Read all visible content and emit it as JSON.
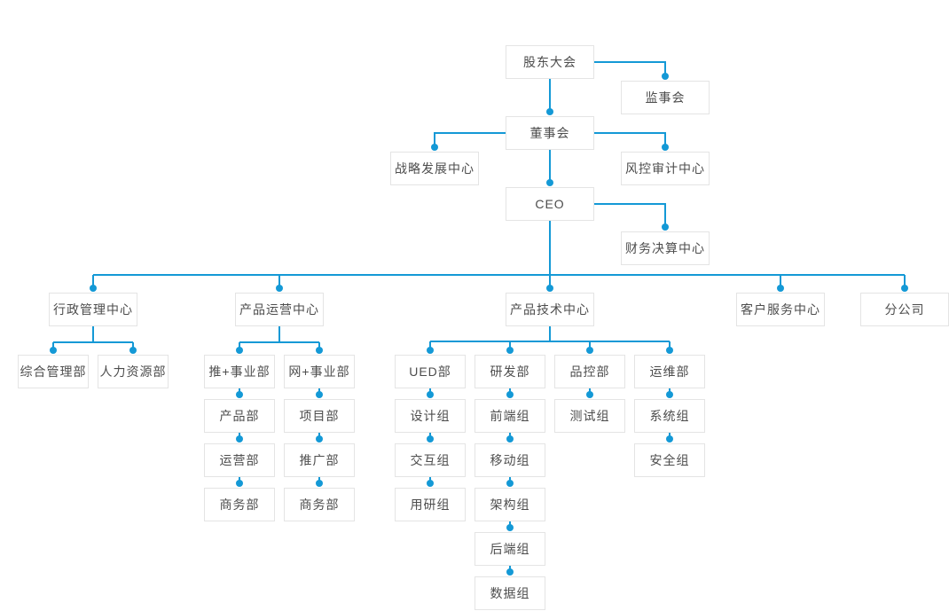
{
  "org_chart": {
    "colors": {
      "connector_line": "#1499d6",
      "connector_dot": "#1499d6",
      "node_border": "#e4e4e4",
      "node_background": "#ffffff",
      "node_text": "#4d4d4d",
      "page_background": "#ffffff"
    },
    "nodes": {
      "shareholders_meeting": {
        "label": "股东大会"
      },
      "supervisory_board": {
        "label": "监事会"
      },
      "board_of_directors": {
        "label": "董事会"
      },
      "strategy_dev_center": {
        "label": "战略发展中心"
      },
      "risk_audit_center": {
        "label": "风控审计中心"
      },
      "ceo": {
        "label": "CEO"
      },
      "finance_center": {
        "label": "财务决算中心"
      },
      "admin_center": {
        "label": "行政管理中心"
      },
      "product_ops_center": {
        "label": "产品运营中心"
      },
      "product_tech_center": {
        "label": "产品技术中心"
      },
      "customer_service_center": {
        "label": "客户服务中心"
      },
      "branch_company": {
        "label": "分公司"
      },
      "general_admin_dept": {
        "label": "综合管理部"
      },
      "hr_dept": {
        "label": "人力资源部"
      },
      "tui_business_dept": {
        "label": "推+事业部"
      },
      "wang_business_dept": {
        "label": "网+事业部"
      },
      "product_dept": {
        "label": "产品部"
      },
      "operations_dept": {
        "label": "运营部"
      },
      "business_dept_1": {
        "label": "商务部"
      },
      "project_dept": {
        "label": "项目部"
      },
      "promotion_dept": {
        "label": "推广部"
      },
      "business_dept_2": {
        "label": "商务部"
      },
      "ued_dept": {
        "label": "UED部"
      },
      "design_group": {
        "label": "设计组"
      },
      "interaction_group": {
        "label": "交互组"
      },
      "user_research_group": {
        "label": "用研组"
      },
      "rd_dept": {
        "label": "研发部"
      },
      "frontend_group": {
        "label": "前端组"
      },
      "mobile_group": {
        "label": "移动组"
      },
      "architecture_group": {
        "label": "架构组"
      },
      "backend_group": {
        "label": "后端组"
      },
      "data_group": {
        "label": "数据组"
      },
      "qc_dept": {
        "label": "品控部"
      },
      "testing_group": {
        "label": "测试组"
      },
      "ops_maintenance_dept": {
        "label": "运维部"
      },
      "system_group": {
        "label": "系统组"
      },
      "security_group": {
        "label": "安全组"
      }
    },
    "edges": [
      [
        "shareholders_meeting",
        "supervisory_board"
      ],
      [
        "shareholders_meeting",
        "board_of_directors"
      ],
      [
        "board_of_directors",
        "strategy_dev_center"
      ],
      [
        "board_of_directors",
        "risk_audit_center"
      ],
      [
        "board_of_directors",
        "ceo"
      ],
      [
        "ceo",
        "finance_center"
      ],
      [
        "ceo",
        "admin_center"
      ],
      [
        "ceo",
        "product_ops_center"
      ],
      [
        "ceo",
        "product_tech_center"
      ],
      [
        "ceo",
        "customer_service_center"
      ],
      [
        "ceo",
        "branch_company"
      ],
      [
        "admin_center",
        "general_admin_dept"
      ],
      [
        "admin_center",
        "hr_dept"
      ],
      [
        "product_ops_center",
        "tui_business_dept"
      ],
      [
        "product_ops_center",
        "wang_business_dept"
      ],
      [
        "tui_business_dept",
        "product_dept"
      ],
      [
        "product_dept",
        "operations_dept"
      ],
      [
        "operations_dept",
        "business_dept_1"
      ],
      [
        "wang_business_dept",
        "project_dept"
      ],
      [
        "project_dept",
        "promotion_dept"
      ],
      [
        "promotion_dept",
        "business_dept_2"
      ],
      [
        "product_tech_center",
        "ued_dept"
      ],
      [
        "product_tech_center",
        "rd_dept"
      ],
      [
        "product_tech_center",
        "qc_dept"
      ],
      [
        "product_tech_center",
        "ops_maintenance_dept"
      ],
      [
        "ued_dept",
        "design_group"
      ],
      [
        "design_group",
        "interaction_group"
      ],
      [
        "interaction_group",
        "user_research_group"
      ],
      [
        "rd_dept",
        "frontend_group"
      ],
      [
        "frontend_group",
        "mobile_group"
      ],
      [
        "mobile_group",
        "architecture_group"
      ],
      [
        "architecture_group",
        "backend_group"
      ],
      [
        "backend_group",
        "data_group"
      ],
      [
        "qc_dept",
        "testing_group"
      ],
      [
        "ops_maintenance_dept",
        "system_group"
      ],
      [
        "ops_maintenance_dept",
        "security_group"
      ]
    ]
  }
}
